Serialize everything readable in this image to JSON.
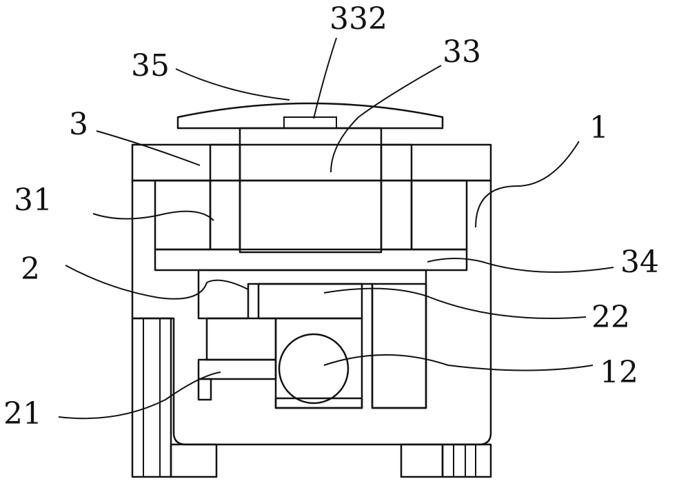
{
  "figure": {
    "labels": {
      "l332": "332",
      "l35": "35",
      "l33": "33",
      "l3": "3",
      "l1": "1",
      "l31": "31",
      "l2": "2",
      "l34": "34",
      "l22": "22",
      "l12": "12",
      "l21": "21"
    }
  }
}
